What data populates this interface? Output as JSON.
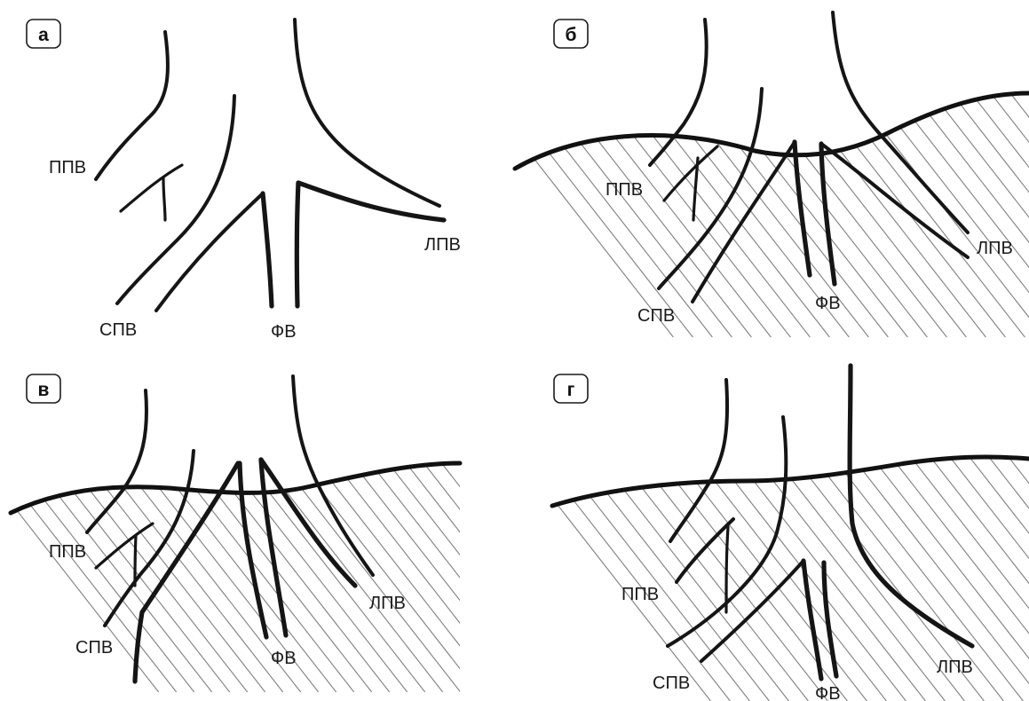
{
  "panels": [
    {
      "letter": "а",
      "labels": {
        "ppv": "ППВ",
        "spv": "СПВ",
        "fv": "ФВ",
        "lpv": "ЛПВ"
      }
    },
    {
      "letter": "б",
      "labels": {
        "ppv": "ППВ",
        "spv": "СПВ",
        "fv": "ФВ",
        "lpv": "ЛПВ"
      }
    },
    {
      "letter": "в",
      "labels": {
        "ppv": "ППВ",
        "spv": "СПВ",
        "fv": "ФВ",
        "lpv": "ЛПВ"
      }
    },
    {
      "letter": "г",
      "labels": {
        "ppv": "ППВ",
        "spv": "СПВ",
        "fv": "ФВ",
        "lpv": "ЛПВ"
      }
    }
  ],
  "colors": {
    "ink": "#151515",
    "hatch": "#555555",
    "background": "#ffffff"
  }
}
